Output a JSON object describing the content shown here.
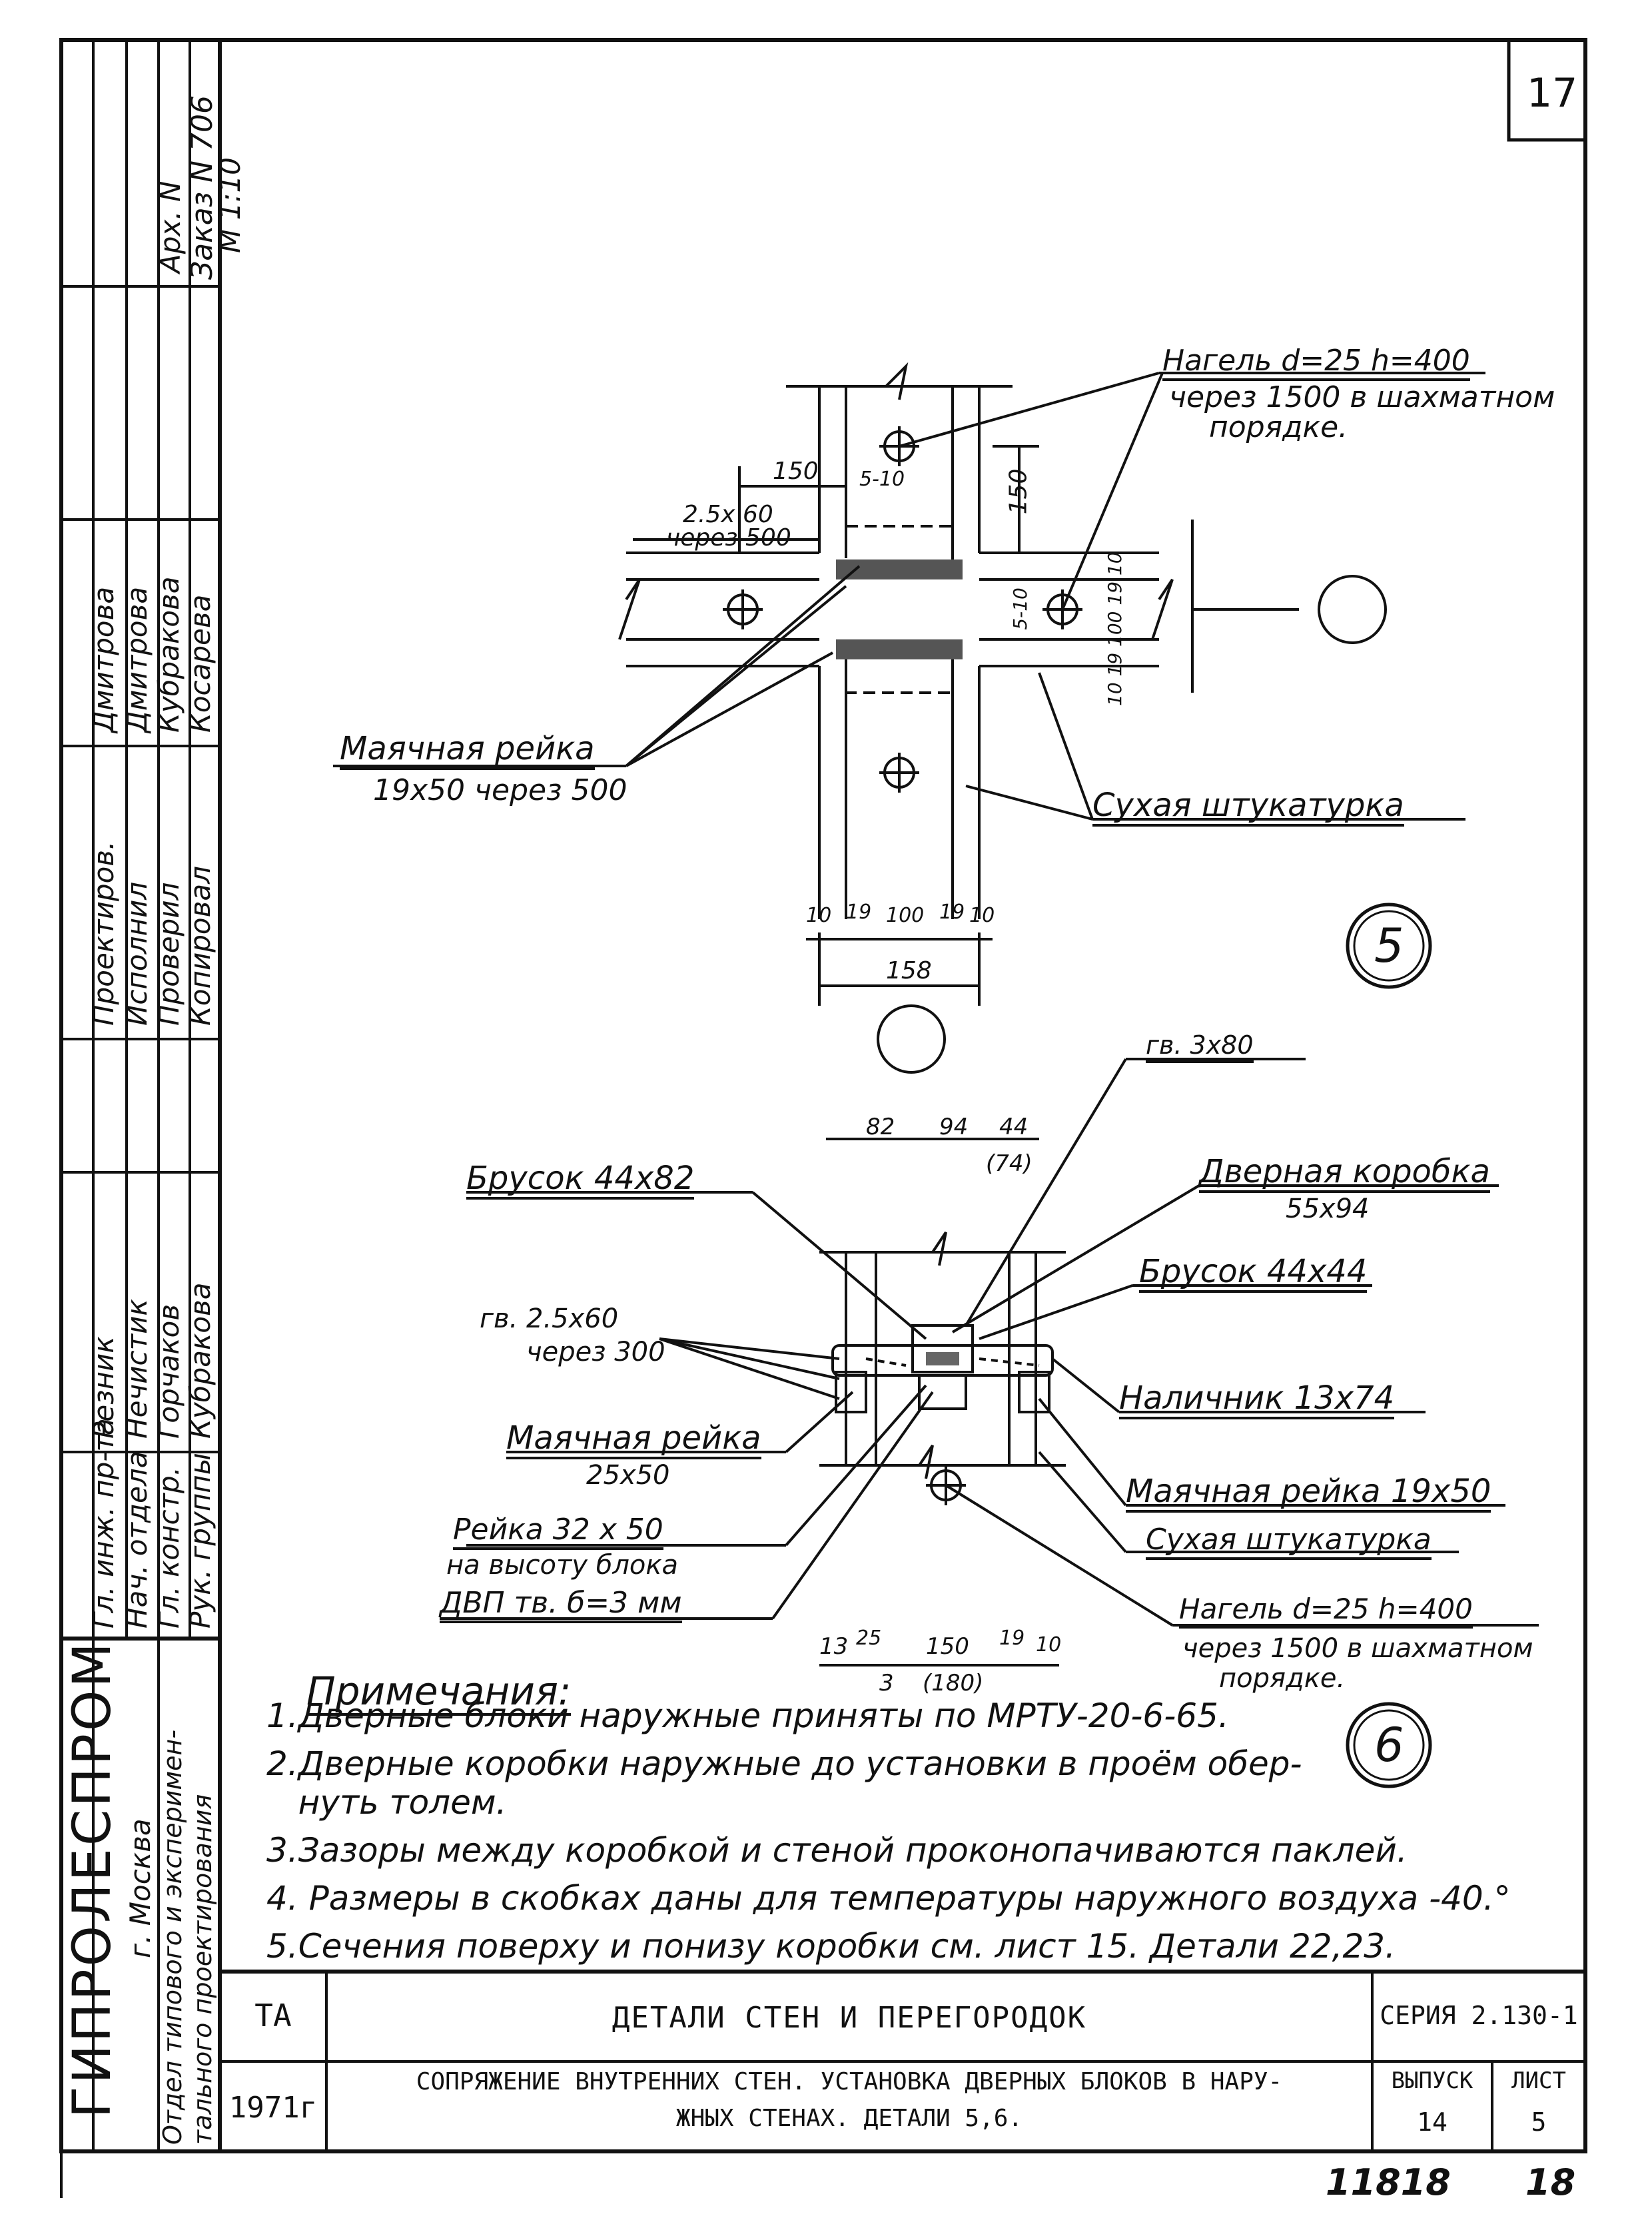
{
  "page_number": "17",
  "sheet_number_bottom": "18",
  "archive_number": "11818",
  "stamp": {
    "arch_no_label": "Арх. N",
    "order_label": "Заказ N 706",
    "scale_label": "М 1:10",
    "roles": [
      "Гл. инж. пр-та",
      "Нач. отдела",
      "Гл. констр.",
      "Рук. группы",
      "Проектиров.",
      "Исполнил",
      "Проверил",
      "Копировал"
    ],
    "names_top": [
      "Резник",
      "Нечистик",
      "Горчаков",
      "Кубракова"
    ],
    "names_bottom": [
      "Дмитрова",
      "Дмитрова",
      "Кубракова",
      "Косарева"
    ],
    "org": "ГИПРОЛЕСПРОМ",
    "org_city": "г. Москва",
    "dept_line1": "Отдел типового и эксперимен-",
    "dept_line2": "тального проектирования"
  },
  "detail5": {
    "title_num": "5",
    "nagel_line1": "Нагель d=25  h=400",
    "nagel_line2": "через 1500 в шахматном",
    "nagel_line3": "порядке.",
    "dim_150_top": "150",
    "dim_5_10": "5-10",
    "dim_150_right": "150",
    "nail_line1": "2.5x 60",
    "nail_line2": "через 500",
    "rail_line1": "Маячная рейка",
    "rail_line2": "19x50 через 500",
    "plaster": "Сухая штукатурка",
    "dims_bottom": [
      "10",
      "19",
      "100",
      "19",
      "10"
    ],
    "dim_158": "158",
    "right_dims": "10  19  100  19  10",
    "dim_5_10_v": "5-10"
  },
  "detail6": {
    "title_num": "6",
    "gv_top": "гв. 3x80",
    "top_dims": [
      "82",
      "94",
      "44"
    ],
    "top_dim_paren": "(74)",
    "brusok1": "Брусок 44x82",
    "door_frame_line1": "Дверная коробка",
    "door_frame_line2": "55x94",
    "brusok2": "Брусок 44x44",
    "gv_line1": "гв. 2.5x60",
    "gv_line2": "через 300",
    "nalichnik": "Наличник 13x74",
    "rail_left_line1": "Маячная рейка",
    "rail_left_line2": "25x50",
    "rail_right": "Маячная рейка 19x50",
    "reika_line1": "Рейка  32 x 50",
    "reika_line2": "на высоту блока",
    "dvp": "ДВП тв. б=3 мм",
    "plaster": "Сухая штукатурка",
    "nagel_line1": "Нагель  d=25  h=400",
    "nagel_line2": "через 1500 в шахматном",
    "nagel_line3": "порядке.",
    "bottom_dims": [
      "13",
      "25",
      "150",
      "19",
      "10"
    ],
    "bottom_dim_3": "3",
    "bottom_dim_paren": "(180)"
  },
  "notes": {
    "heading": "Примечания:",
    "items": [
      "1.Дверные блоки наружные приняты по МРТУ-20-6-65.",
      "2.Дверные коробки наружные до установки в проём обер-",
      "   нуть толем.",
      "3.Зазоры между коробкой и стеной проконопачиваются паклей.",
      "4. Размеры в скобках даны для температуры наружного воздуха -40.°",
      "5.Сечения поверху и понизу коробки см. лист 15. Детали 22,23."
    ]
  },
  "title_block": {
    "code": "ТА",
    "year": "1971г",
    "title1": "ДЕТАЛИ  СТЕН И ПЕРЕГОРОДОК",
    "title2_line1": "СОПРЯЖЕНИЕ ВНУТРЕННИХ СТЕН. УСТАНОВКА ДВЕРНЫХ БЛОКОВ В НАРУ-",
    "title2_line2": "ЖНЫХ СТЕНАХ. ДЕТАЛИ 5,6.",
    "series": "СЕРИЯ 2.130-1",
    "issue_label": "ВЫПУСК",
    "issue_value": "14",
    "sheet_label": "ЛИСТ",
    "sheet_value": "5"
  }
}
